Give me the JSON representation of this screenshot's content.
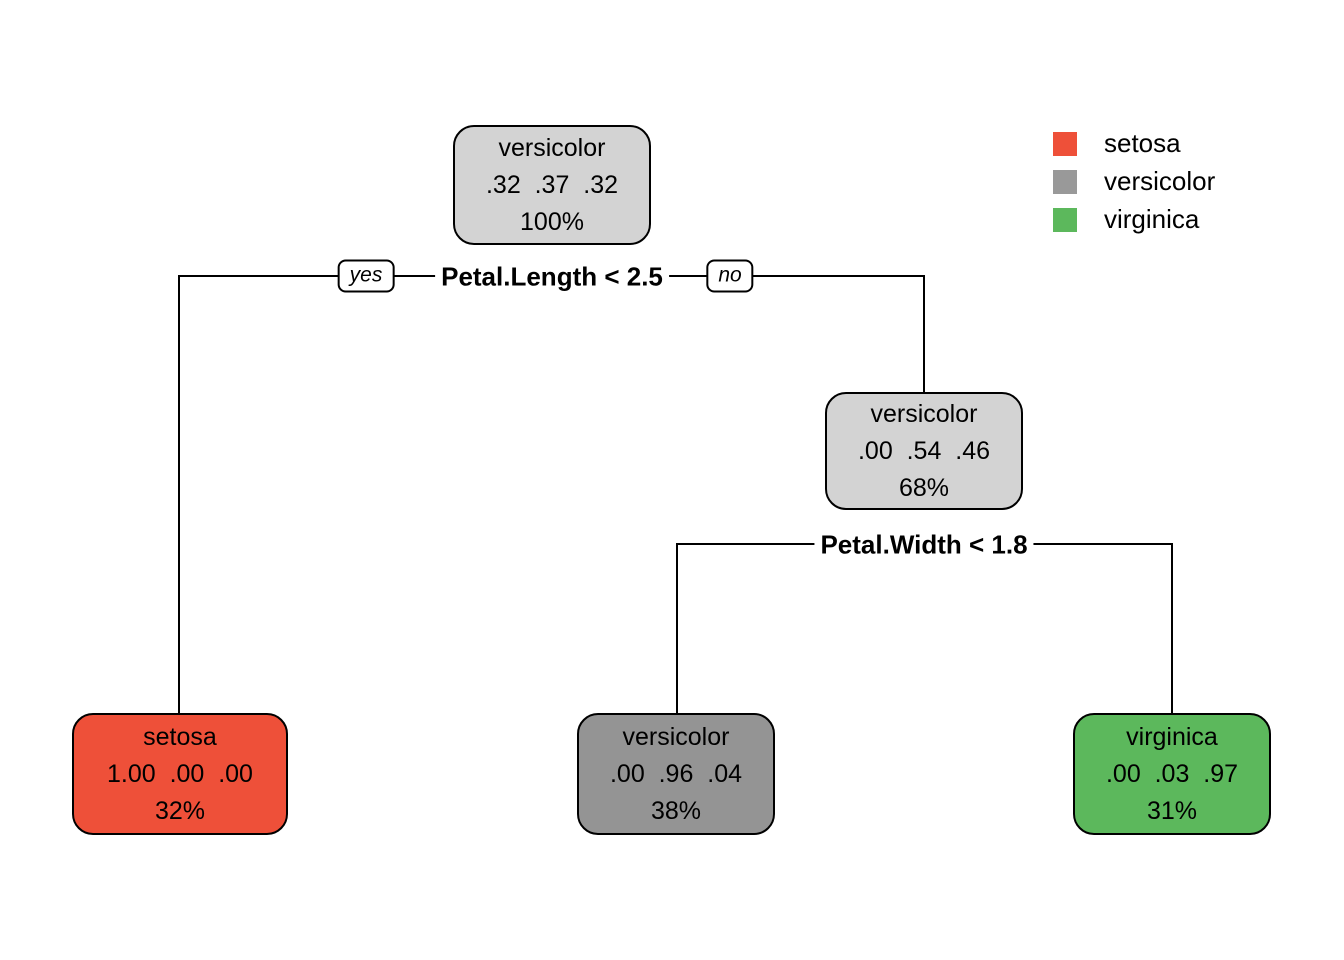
{
  "figure": {
    "background_color": "#ffffff",
    "line_color": "#000000"
  },
  "legend": {
    "position": "top-right",
    "items": [
      {
        "label": "setosa",
        "color": "#ee5039"
      },
      {
        "label": "versicolor",
        "color": "#999999"
      },
      {
        "label": "virginica",
        "color": "#5cb85c"
      }
    ]
  },
  "tree": {
    "splits": [
      {
        "condition": "Petal.Length < 2.5",
        "yes_label": "yes",
        "no_label": "no"
      },
      {
        "condition": "Petal.Width < 1.8"
      }
    ],
    "nodes": [
      {
        "class": "versicolor",
        "probs": ".32  .37  .32",
        "coverage": "100%",
        "fill": "#d3d3d3"
      },
      {
        "class": "versicolor",
        "probs": ".00  .54  .46",
        "coverage": "68%",
        "fill": "#d3d3d3"
      },
      {
        "class": "setosa",
        "probs": "1.00  .00  .00",
        "coverage": "32%",
        "fill": "#ee5039"
      },
      {
        "class": "versicolor",
        "probs": ".00  .96  .04",
        "coverage": "38%",
        "fill": "#949494"
      },
      {
        "class": "virginica",
        "probs": ".00  .03  .97",
        "coverage": "31%",
        "fill": "#5cb85c"
      }
    ]
  }
}
